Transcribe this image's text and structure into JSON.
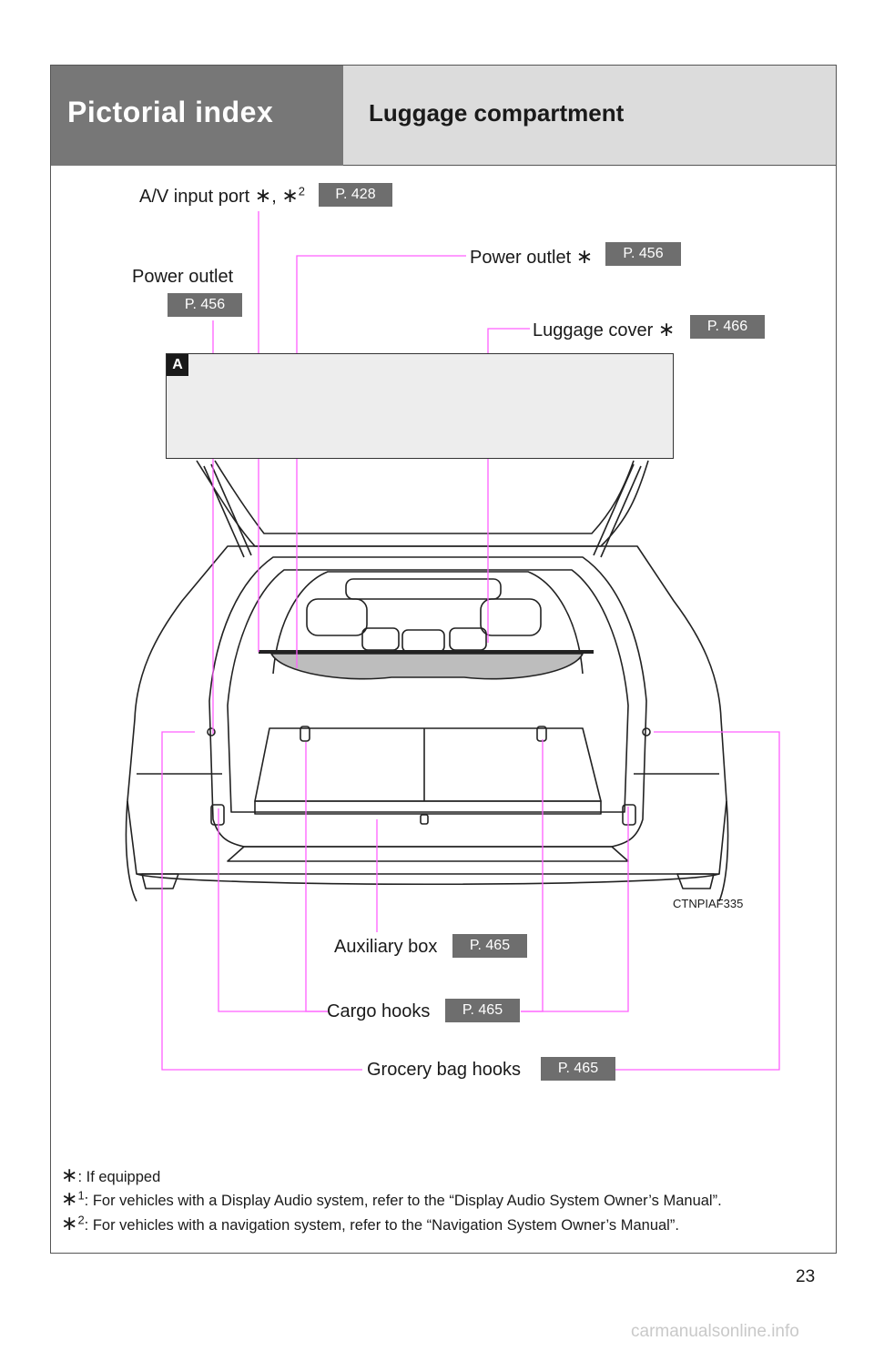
{
  "header": {
    "section": "Pictorial index",
    "title": "Luggage compartment"
  },
  "callouts": {
    "av_input": {
      "label": "A/V input port",
      "sup": "2",
      "page": "P. 428"
    },
    "power_outlet_left": {
      "label": "Power outlet",
      "page": "P. 456"
    },
    "power_outlet_right": {
      "label": "Power outlet",
      "page": "P. 456"
    },
    "luggage_cover": {
      "label": "Luggage cover",
      "page": "P. 466"
    },
    "auxiliary_box": {
      "label": "Auxiliary box",
      "page": "P. 465"
    },
    "cargo_hooks": {
      "label": "Cargo hooks",
      "page": "P. 465"
    },
    "grocery_bag_hooks": {
      "label": "Grocery bag hooks",
      "page": "P. 465"
    }
  },
  "inset_label": "A",
  "image_code": "CTNPIAF335",
  "footnotes": {
    "star": ": If equipped",
    "star1_sup": "1",
    "star1": ": For vehicles with a Display Audio system, refer to the “Display Audio System Owner’s Manual”.",
    "star2_sup": "2",
    "star2": ": For vehicles with a navigation system, refer to the “Navigation System Owner’s Manual”."
  },
  "page_number": "23",
  "watermark": "carmanualsonline.info",
  "colors": {
    "header_dark": "#777777",
    "header_light": "#dcdcdc",
    "leader": "#ff5fff",
    "page_ref": "#6e6e6e"
  }
}
